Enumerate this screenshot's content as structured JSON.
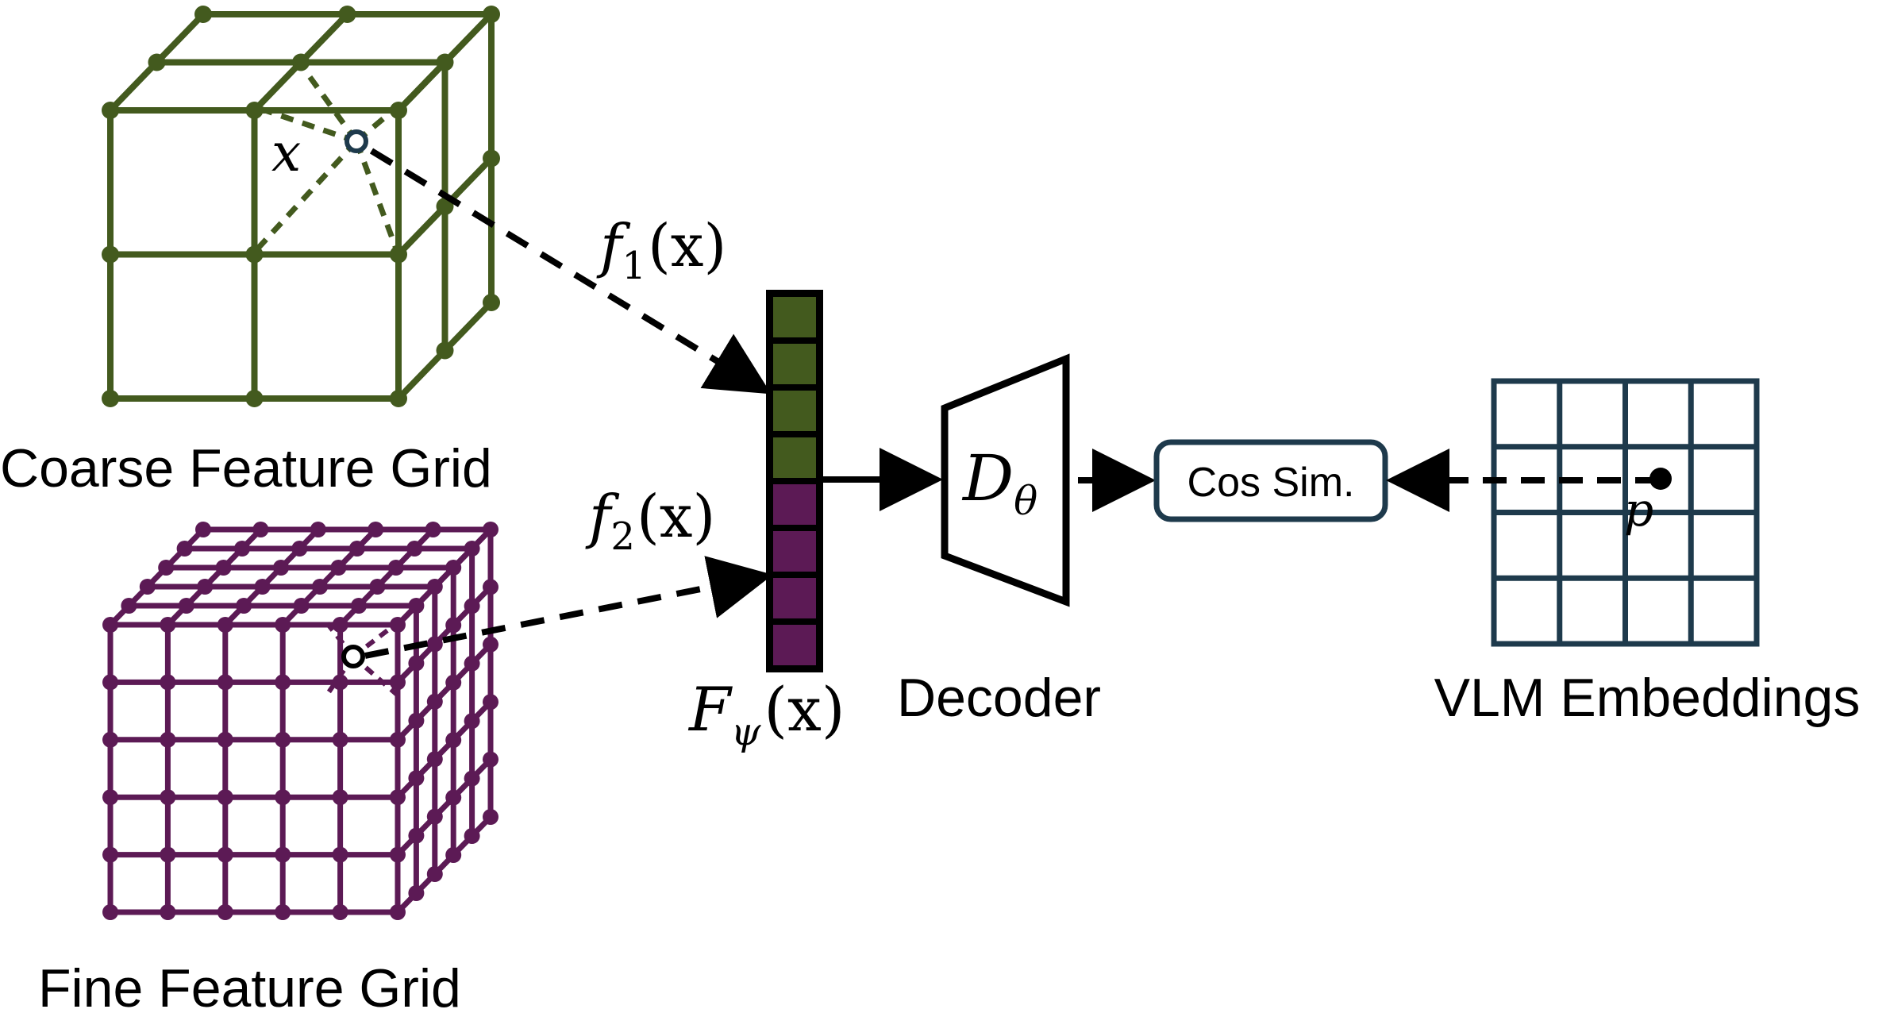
{
  "colors": {
    "coarse": "#435a1e",
    "fine": "#5c1a55",
    "vlm_grid": "#1e3a4c",
    "box_border": "#1e3a4c",
    "arrow": "#000000"
  },
  "labels": {
    "coarse_grid": "Coarse Feature Grid",
    "fine_grid": "Fine Feature Grid",
    "decoder": "Decoder",
    "vlm_embeddings": "VLM Embeddings",
    "cos_sim": "Cos Sim."
  },
  "math": {
    "x_label": "x",
    "f1": {
      "fn": "f",
      "sub": "1",
      "arg": "(x)"
    },
    "f2": {
      "fn": "f",
      "sub": "2",
      "arg": "(x)"
    },
    "F_psi": {
      "fn": "F",
      "sub": "ψ",
      "arg": "(x)"
    },
    "D_theta": {
      "fn": "D",
      "sub": "θ"
    },
    "p_label": "p"
  },
  "feature_vector": {
    "cells": [
      "coarse",
      "coarse",
      "coarse",
      "coarse",
      "fine",
      "fine",
      "fine",
      "fine"
    ]
  },
  "vlm_grid": {
    "rows": 4,
    "cols": 4
  },
  "coarse_grid": {
    "divisions": 2
  },
  "fine_grid": {
    "divisions": 5
  }
}
